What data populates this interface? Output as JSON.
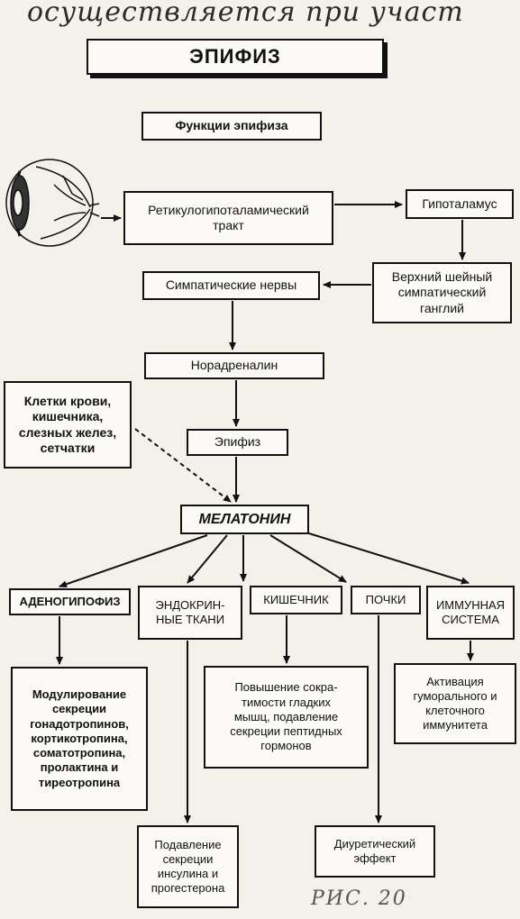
{
  "handwriting": {
    "top": "осуществляется при участ",
    "figure_label": "РИС. 20"
  },
  "title": "ЭПИФИЗ",
  "functions_heading": "Функции эпифиза",
  "nodes": {
    "tract": "Ретикулогипоталамический\nтракт",
    "hypothalamus": "Гипоталамус",
    "ganglion": "Верхний шейный\nсимпатический\nганглий",
    "sympathetic_nerves": "Симпатические нервы",
    "noradrenaline": "Норадреналин",
    "cells": "Клетки крови,\nкишечника,\nслезных желез,\nсетчатки",
    "epiphysis": "Эпифиз",
    "melatonin": "МЕЛАТОНИН"
  },
  "targets": {
    "adenohypophysis": "АДЕНОГИПОФИЗ",
    "endocrine": "ЭНДОКРИН-\nНЫЕ ТКАНИ",
    "intestine": "КИШЕЧНИК",
    "kidneys": "ПОЧКИ",
    "immune": "ИММУННАЯ\nСИСТЕМА"
  },
  "effects": {
    "adenohypophysis": "Модулирование\nсекреции\nгонадотропинов,\nкортикотропина,\nсоматотропина,\nпролактина и\nтиреотропина",
    "intestine": "Повышение сокра-\nтимости гладких\nмышц, подавление\nсекреции пептидных\nгормонов",
    "immune": "Активация\nгуморального и\nклеточного\nиммунитета",
    "endocrine": "Подавление\nсекреции\nинсулина и\nпрогестерона",
    "kidneys": "Диуретический\nэффект"
  }
}
